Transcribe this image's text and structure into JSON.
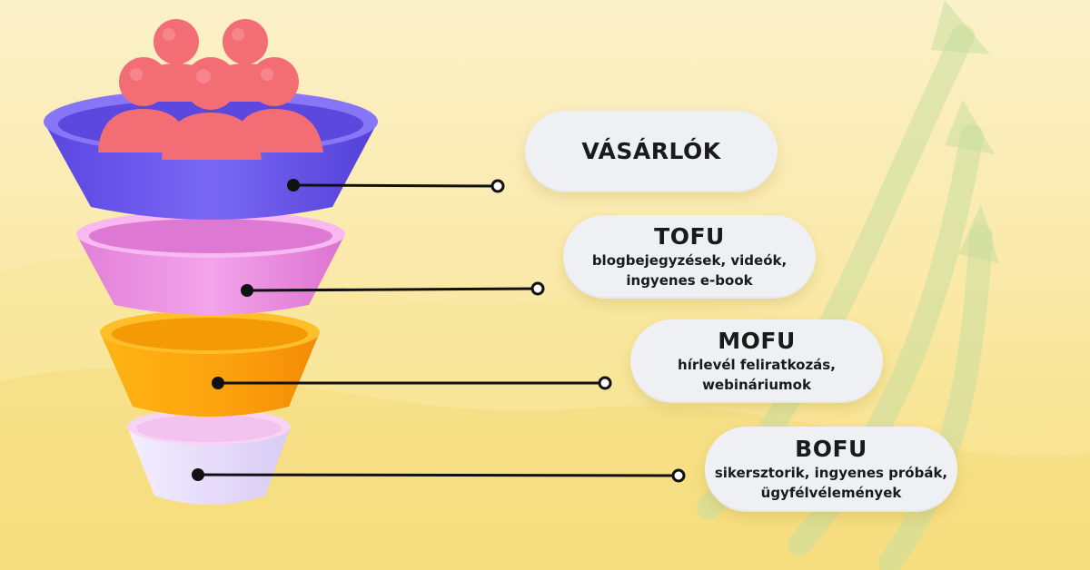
{
  "stages": [
    {
      "title": "VÁSÁRLÓK",
      "lines": []
    },
    {
      "title": "TOFU",
      "lines": [
        "blogbejegyzések, videók,",
        "ingyenes e-book"
      ]
    },
    {
      "title": "MOFU",
      "lines": [
        "hírlevél feliratkozás,",
        "webináriumok"
      ]
    },
    {
      "title": "BOFU",
      "lines": [
        "sikersztorik, ingyenes próbák,",
        "ügyfélvélemények"
      ]
    }
  ],
  "colors": {
    "tier_1": "#6e5bf0",
    "tier_2": "#ec8fe0",
    "tier_3": "#fba10d",
    "tier_4": "#ece3fb",
    "people": "#f26d74",
    "connector": "#111111",
    "arrows": "#c9dfa0"
  },
  "icons": [
    "people-group-icon",
    "growth-arrow-icon"
  ]
}
